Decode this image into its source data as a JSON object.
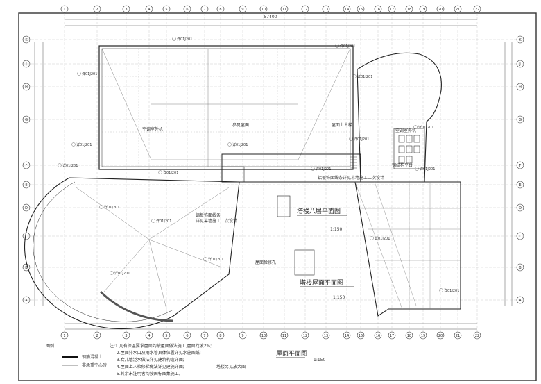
{
  "drawing": {
    "title_main": "屋面平面图",
    "scale_main": "1:150",
    "title_tower8": "塔楼八层平面图",
    "scale_tower8": "1:150",
    "title_tower_roof": "塔楼屋面平面图",
    "scale_tower_roof": "1:150"
  },
  "grid": {
    "top_axes": [
      "1",
      "2",
      "3",
      "4",
      "5",
      "6",
      "7",
      "8",
      "9",
      "10",
      "11",
      "12",
      "13",
      "14",
      "15",
      "16",
      "17",
      "18",
      "19",
      "20",
      "21",
      "22"
    ],
    "left_axes": [
      "K",
      "J",
      "H",
      "G",
      "F",
      "E",
      "D",
      "C",
      "B",
      "A"
    ],
    "total_dim": "57400"
  },
  "labels": {
    "ac_units_left": "空调室外机",
    "ac_units_right": "空调室外机",
    "roof_drain": "参见屋面",
    "stair_access": "屋面上人梯",
    "tower_note_1": "铝板饰面线条",
    "tower_note_2": "详见幕墙施工二次设计",
    "tower_note_3": "铝板饰面线条详见幕墙施工二次设计",
    "equip_platform": "钢结构平台",
    "hatch_note": "屋面检修孔",
    "tag_generic": "详01J201",
    "tag_top": "详01J201"
  },
  "legend": {
    "heading": "图例：",
    "item1": "钢筋混凝土",
    "item2": "非承重空心砖"
  },
  "notes": {
    "n1": "注:1.凡有保温要求屋面均按屋面做法施工,屋面找坡2%;",
    "n2": "2.屋面排水口及雨水管具体位置详见水施图纸;",
    "n3": "3.女儿墙泛水做法详见建筑构造详图;",
    "n4": "4.屋面上人检修梯做法详见建施详图;",
    "n5": "5.其余未注明者均按国标图集施工。",
    "n6": "塔楼另见放大图"
  },
  "colors": {
    "line": "#333333",
    "grid": "#777777",
    "background": "#ffffff"
  }
}
